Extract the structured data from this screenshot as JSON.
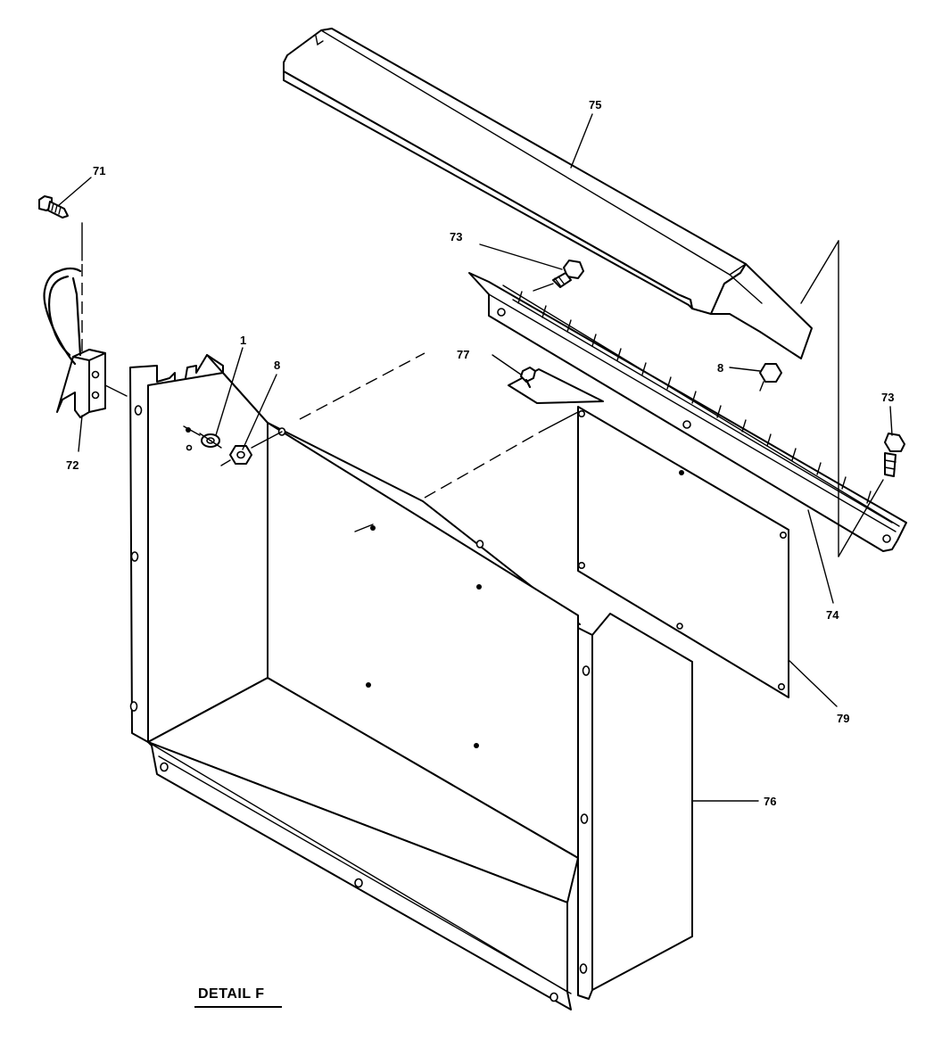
{
  "title": "DETAIL F",
  "callouts": {
    "c1": "1",
    "c8a": "8",
    "c8b": "8",
    "c71": "71",
    "c72": "72",
    "c73a": "73",
    "c73b": "73",
    "c74": "74",
    "c75": "75",
    "c76": "76",
    "c77": "77",
    "c79": "79"
  }
}
